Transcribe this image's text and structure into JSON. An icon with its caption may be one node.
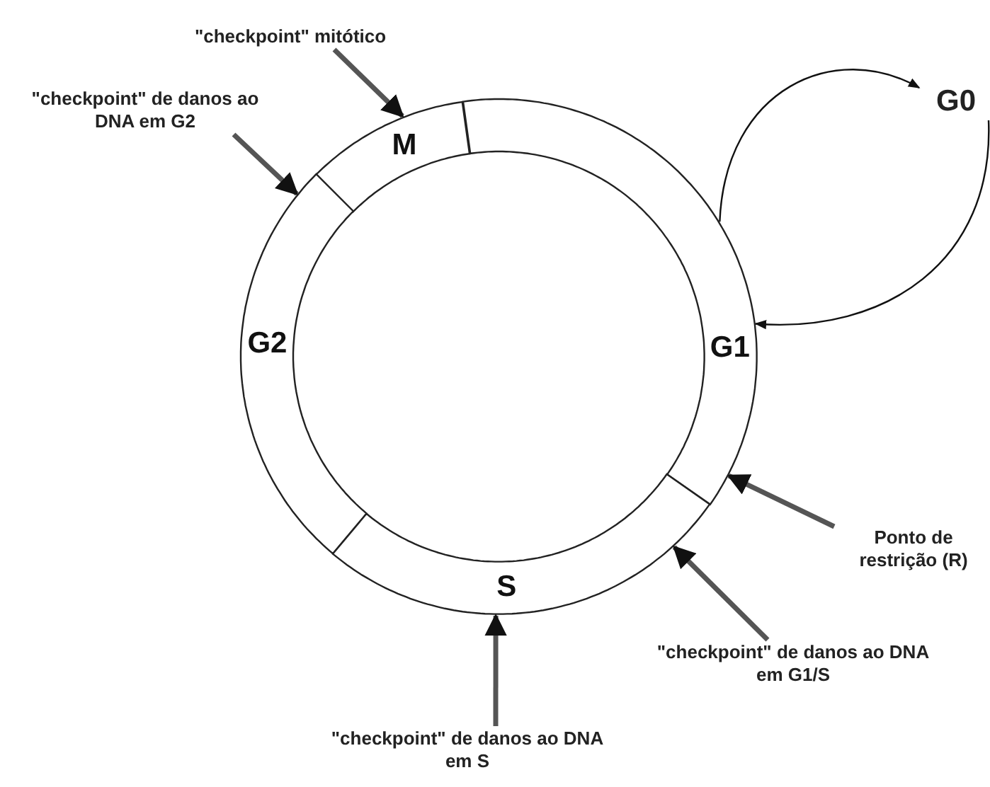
{
  "diagram": {
    "nodes": [
      {
        "text": [
          "\"checkpoint\" mitótico"
        ]
      },
      {
        "text": [
          "G0"
        ]
      },
      {
        "text": [
          "\"checkpoint\" de danos ao DNA em G2"
        ]
      },
      {
        "text": [
          "M"
        ]
      },
      {
        "text": [
          "G1"
        ]
      },
      {
        "text": [
          "G2"
        ]
      },
      {
        "text": [
          "Ponto de restrição (R)"
        ]
      },
      {
        "text": [
          "S"
        ]
      },
      {
        "text": [
          "\"checkpoint\" de danos ao DNA em G1/S"
        ]
      },
      {
        "text": [
          "\"checkpoint\" de danos ao DNA em S"
        ]
      }
    ],
    "edges": [
      {
        "from": 4,
        "to": 1,
        "arrow": "to",
        "color": "#111111"
      },
      {
        "from": 1,
        "to": 4,
        "arrow": "to",
        "color": "#111111"
      },
      {
        "from": 0,
        "to": 3,
        "arrow": "to"
      },
      {
        "from": 2,
        "to": 5,
        "arrow": "to"
      },
      {
        "from": 6,
        "to": 4,
        "arrow": "to"
      },
      {
        "from": 8,
        "to": 7,
        "arrow": "to"
      },
      {
        "from": 9,
        "to": 7,
        "arrow": "to"
      }
    ]
  }
}
